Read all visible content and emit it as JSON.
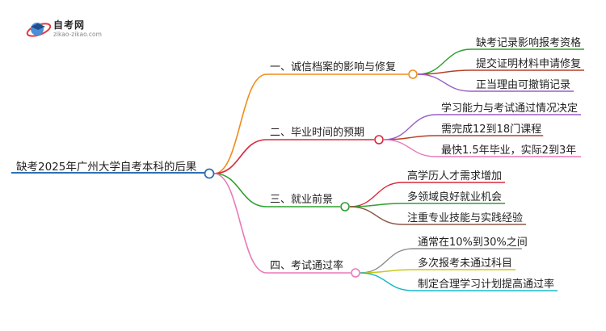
{
  "logo": {
    "title": "自考网",
    "url": "zikao-zikao.com"
  },
  "root": {
    "label": "缺考2025年广州大学自考本科的后果"
  },
  "branches": [
    {
      "label": "一、诚信档案的影响与修复",
      "color": "#f08c1a",
      "children": [
        {
          "label": "缺考记录影响报考资格",
          "color": "#2ea02e"
        },
        {
          "label": "提交证明材料申请修复",
          "color": "#b5402a"
        },
        {
          "label": "正当理由可撤销记录",
          "color": "#9a5fc8"
        }
      ]
    },
    {
      "label": "二、毕业时间的预期",
      "color": "#d8283c",
      "children": [
        {
          "label": "学习能力与考试通过情况决定",
          "color": "#9a5fc8"
        },
        {
          "label": "需完成12到18门课程",
          "color": "#b5402a"
        },
        {
          "label": "最快1.5年毕业，实际2到3年",
          "color": "#e87ab8"
        }
      ]
    },
    {
      "label": "三、就业前景",
      "color": "#2ea02e",
      "children": [
        {
          "label": "高学历人才需求增加",
          "color": "#d8283c"
        },
        {
          "label": "多领域良好就业机会",
          "color": "#2ea02e"
        },
        {
          "label": "注重专业技能与实践经验",
          "color": "#8a5a4a"
        }
      ]
    },
    {
      "label": "四、考试通过率",
      "color": "#e87ab8",
      "children": [
        {
          "label": "通常在10%到30%之间",
          "color": "#8c8c8c"
        },
        {
          "label": "多次报考未通过科目",
          "color": "#c8c81a"
        },
        {
          "label": "制定合理学习计划提高通过率",
          "color": "#1ab8c8"
        }
      ]
    }
  ],
  "root_color": "#2f6fb5"
}
